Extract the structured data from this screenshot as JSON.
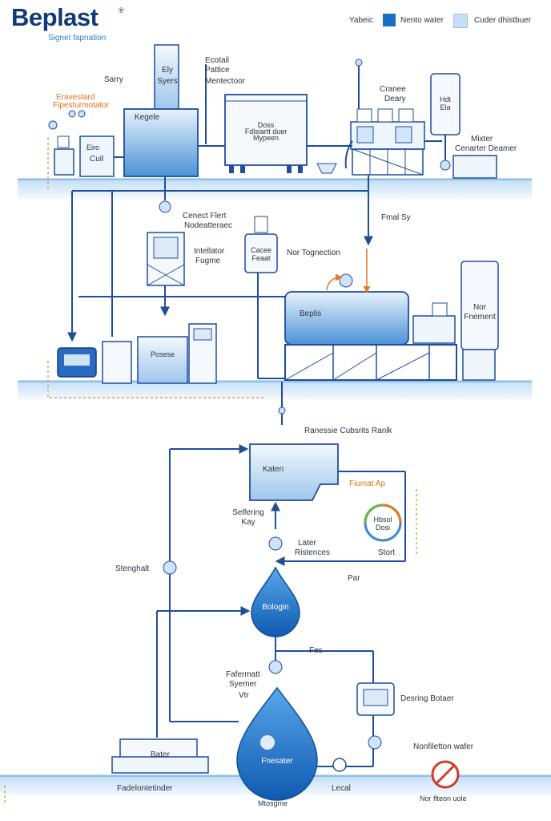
{
  "brand": {
    "name": "Beplast",
    "reg": "®",
    "tagline": "Signet fapnation"
  },
  "legend": {
    "label": "Yabeic",
    "items": [
      {
        "label": "Nento water",
        "color": "#1a6fc4"
      },
      {
        "label": "Cuder dhistbuer",
        "color": "#c7ddf3"
      }
    ]
  },
  "labels": {
    "sarry": "Sarry",
    "tank_top_1": "Ely",
    "tank_top_2": "Syers",
    "ecotail_1": "Ecotail",
    "ecotail_2": "Pattice",
    "ecotail_3": "Mentectoor",
    "orange_1": "Eravestard",
    "orange_2": "Fipesturmotator",
    "coil_1": "Eiro",
    "coil_2": "Cuil",
    "kegele": "Kegele",
    "panel_1": "Doss",
    "panel_2": "Fdlsiartt duer",
    "panel_3": "Mypeen",
    "crane_1": "Cranee",
    "crane_2": "Deary",
    "cyl_r_1": "Hdt",
    "cyl_r_2": "Ela",
    "mixer_1": "Mixter",
    "mixer_2": "Cenarter Deamer",
    "conect_1": "Cenect Flert",
    "conect_2": "Nodeatteraec",
    "inter_1": "Intellator",
    "inter_2": "Fugme",
    "cyl_mid_1": "Cacee",
    "cyl_mid_2": "Feaat",
    "nortag": "Nor Tognection",
    "fmal": "Fmal Sy",
    "beplis": "Beplis",
    "nor_1": "Nor",
    "nor_2": "Fnement",
    "posese": "Posese",
    "ranessie": "Ranessie Cubsrits Ranlk",
    "katen": "Katen",
    "fiumetap": "Fiumat Ap",
    "selfering_1": "Selfering",
    "selfering_2": "Kay",
    "ring_1": "Hbsol",
    "ring_2": "Dosi",
    "stort": "Stort",
    "later_1": "Later",
    "later_2": "Ristences",
    "stenghalt": "Stenghalt",
    "par": "Par",
    "bologin": "Bologin",
    "fes": "Fes",
    "fafermat_1": "Fafermatt",
    "fafermat_2": "Syemer",
    "fafermat_3": "Vtr",
    "dosing_box": "Desring Botaer",
    "bater": "Bater",
    "fnesater": "Fnesater",
    "lecal": "Lecal",
    "nonfil_1": "Nonfiletton wafer",
    "nonfil_2": "Nor flteon uole",
    "fadelotor": "Fadelontetinder",
    "mtosgme": "Mtosgme"
  }
}
